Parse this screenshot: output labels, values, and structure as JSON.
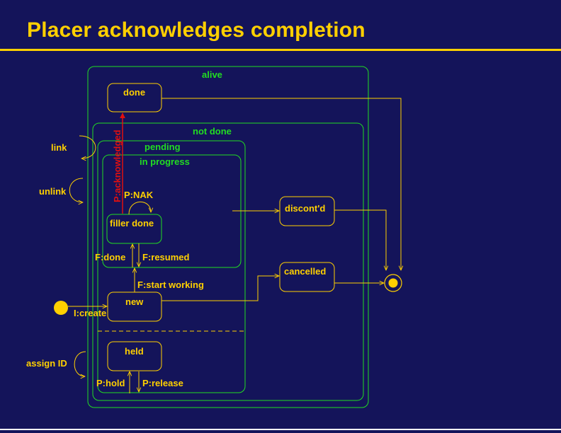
{
  "title": "Placer acknowledges completion",
  "states": {
    "alive": "alive",
    "not_done": "not done",
    "pending": "pending",
    "in_progress": "in progress",
    "done": "done",
    "filler_done": "filler done",
    "new": "new",
    "held": "held",
    "discontd": "discont'd",
    "cancelled": "cancelled"
  },
  "transitions": {
    "p_acknowledged": "P:acknowledged",
    "p_nak": "P:NAK",
    "f_done": "F:done",
    "f_resumed": "F:resumed",
    "f_start_working": "F:start working",
    "i_create": "I:create",
    "p_hold": "P:hold",
    "p_release": "P:release",
    "link": "link",
    "unlink": "unlink",
    "assign_id": "assign ID"
  },
  "colors": {
    "background": "#14145a",
    "yellow": "#ffd000",
    "green": "#22dd22",
    "red": "#e01010"
  }
}
